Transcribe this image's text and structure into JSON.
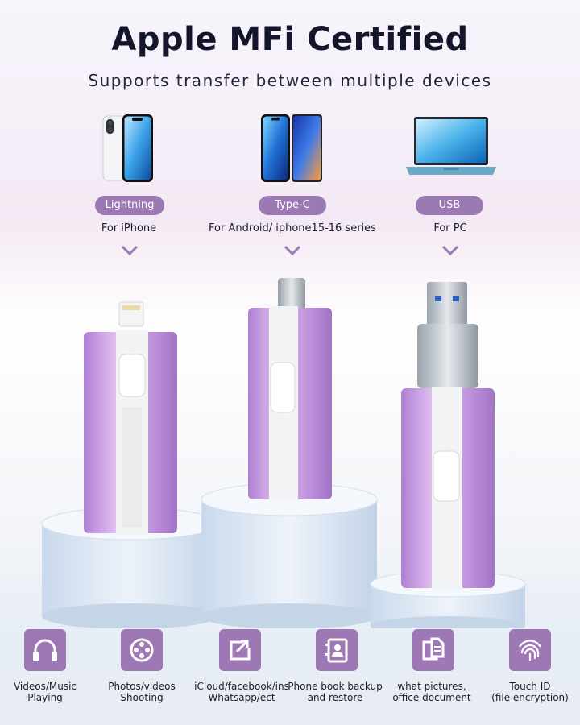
{
  "header": {
    "title": "Apple MFi Certified",
    "subtitle": "Supports transfer between multiple devices"
  },
  "connectors": [
    {
      "label": "Lightning",
      "description": "For iPhone",
      "device_icon": "iphone-icon"
    },
    {
      "label": "Type-C",
      "description": "For Android/ iphone15-16 series",
      "device_icon": "smartphones-icon"
    },
    {
      "label": "USB",
      "description": "For PC",
      "device_icon": "laptop-icon"
    }
  ],
  "features": [
    {
      "line1": "Videos/Music",
      "line2": "Playing",
      "icon": "headphones-icon"
    },
    {
      "line1": "Photos/videos",
      "line2": "Shooting",
      "icon": "film-reel-icon"
    },
    {
      "line1": "iCloud/facebook/ins",
      "line2": "Whatsapp/ect",
      "icon": "share-icon"
    },
    {
      "line1": "Phone book backup",
      "line2": "and restore",
      "icon": "contact-book-icon"
    },
    {
      "line1": "what pictures,",
      "line2": "office document",
      "icon": "documents-icon"
    },
    {
      "line1": "Touch ID",
      "line2": "(file encryption)",
      "icon": "fingerprint-icon"
    }
  ],
  "colors": {
    "accent": "#9b7ab4",
    "drive_purple": "#c79be0",
    "title_text": "#14162b"
  }
}
